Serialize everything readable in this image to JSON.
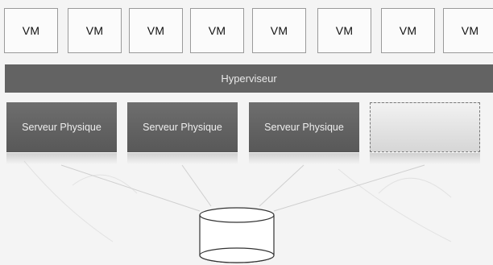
{
  "vms": [
    "VM",
    "VM",
    "VM",
    "VM",
    "VM",
    "VM",
    "VM",
    "VM"
  ],
  "hypervisor": {
    "label": "Hyperviseur"
  },
  "servers": [
    "Serveur Physique",
    "Serveur Physique",
    "Serveur Physique"
  ],
  "colors": {
    "vm_fill": "#fbfbfb",
    "vm_border": "#9a9a9a",
    "hypervisor_fill": "#636363",
    "server_fill": "#5f5f5f",
    "placeholder_fill": "#e2e2e2",
    "text_light": "#eeeeee"
  }
}
